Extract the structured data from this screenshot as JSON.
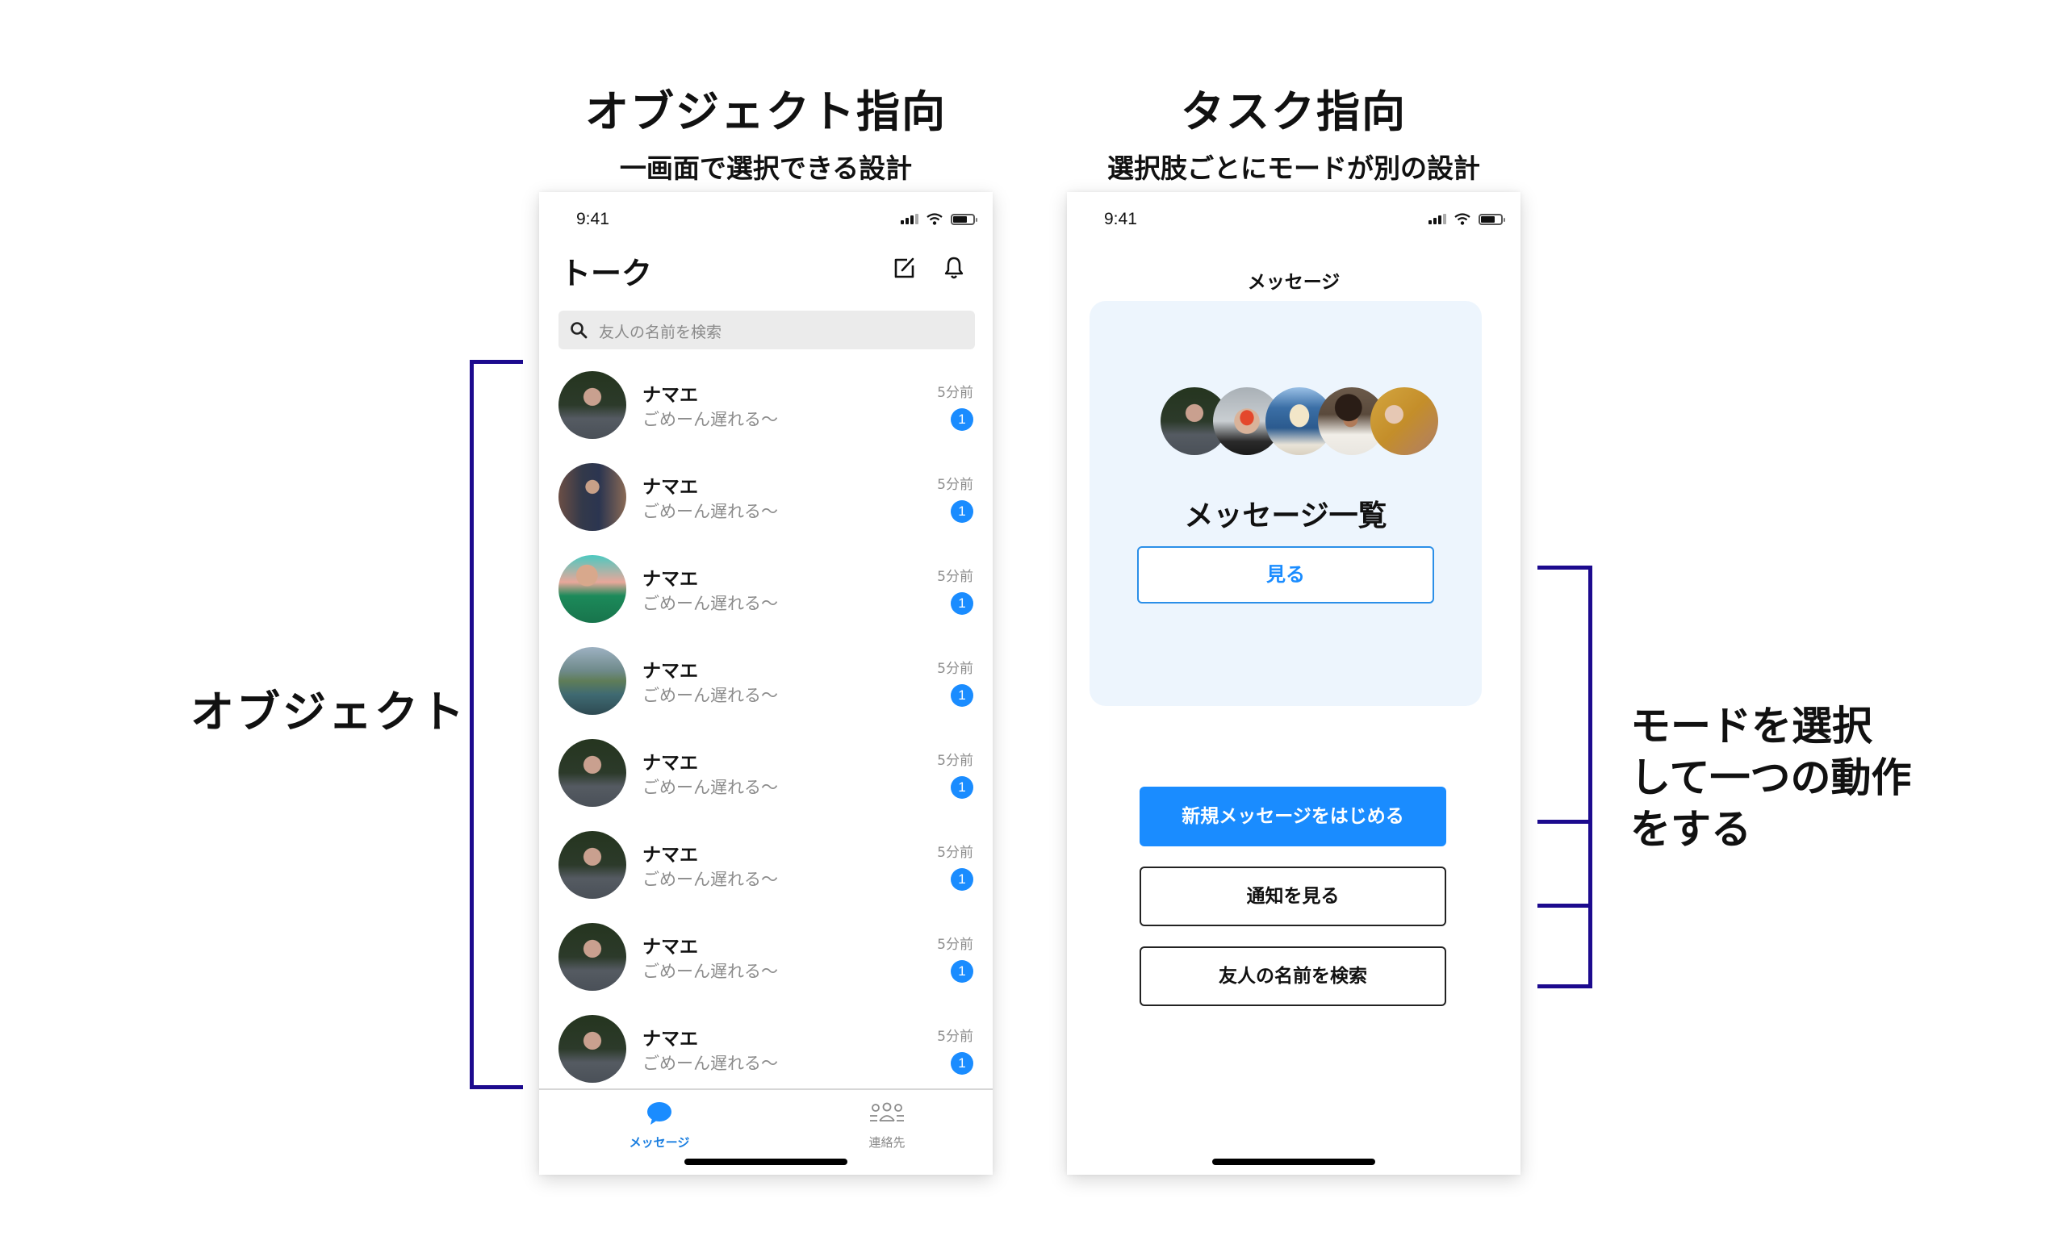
{
  "columns": {
    "left": {
      "title": "オブジェクト指向",
      "subtitle": "一画面で選択できる設計"
    },
    "right": {
      "title": "タスク指向",
      "subtitle": "選択肢ごとにモードが別の設計"
    }
  },
  "annotations": {
    "left_label": "オブジェクト",
    "right_label_lines": [
      "モードを選択",
      "して一つの動作",
      "をする"
    ],
    "bracket_color": "#1c0a8e"
  },
  "phone_left": {
    "status": {
      "time": "9:41"
    },
    "header": {
      "title": "トーク",
      "compose_icon": "compose-icon",
      "bell_icon": "bell-icon"
    },
    "search": {
      "placeholder": "友人の名前を検索",
      "icon": "search-icon"
    },
    "conversations": [
      {
        "name": "ナマエ",
        "message": "ごめーん遅れる〜",
        "time": "5分前",
        "unread": "1",
        "avatar": "woman-dark-hair"
      },
      {
        "name": "ナマエ",
        "message": "ごめーん遅れる〜",
        "time": "5分前",
        "unread": "1",
        "avatar": "man-in-vest"
      },
      {
        "name": "ナマエ",
        "message": "ごめーん遅れる〜",
        "time": "5分前",
        "unread": "1",
        "avatar": "man-green-shirt"
      },
      {
        "name": "ナマエ",
        "message": "ごめーん遅れる〜",
        "time": "5分前",
        "unread": "1",
        "avatar": "lake-landscape"
      },
      {
        "name": "ナマエ",
        "message": "ごめーん遅れる〜",
        "time": "5分前",
        "unread": "1",
        "avatar": "woman-dark-hair"
      },
      {
        "name": "ナマエ",
        "message": "ごめーん遅れる〜",
        "time": "5分前",
        "unread": "1",
        "avatar": "woman-dark-hair"
      },
      {
        "name": "ナマエ",
        "message": "ごめーん遅れる〜",
        "time": "5分前",
        "unread": "1",
        "avatar": "woman-dark-hair"
      },
      {
        "name": "ナマエ",
        "message": "ごめーん遅れる〜",
        "time": "5分前",
        "unread": "1",
        "avatar": "woman-dark-hair"
      }
    ],
    "tabbar": [
      {
        "label": "メッセージ",
        "icon": "chat-bubble-icon",
        "active": true
      },
      {
        "label": "連絡先",
        "icon": "people-icon",
        "active": false
      }
    ]
  },
  "phone_right": {
    "status": {
      "time": "9:41"
    },
    "header": {
      "title": "メッセージ"
    },
    "card": {
      "title": "メッセージ一覧",
      "button_label": "見る",
      "avatars": [
        "woman-dark-hair",
        "man-red-sunglasses",
        "woman-sun-hat",
        "woman-curly-hair",
        "woman-autumn"
      ]
    },
    "actions": [
      {
        "label": "新規メッセージをはじめる",
        "style": "primary"
      },
      {
        "label": "通知を見る",
        "style": "outline"
      },
      {
        "label": "友人の名前を検索",
        "style": "outline"
      }
    ]
  },
  "colors": {
    "accent": "#1a8cff",
    "card_bg": "#edf5fd",
    "search_bg": "#ebebeb",
    "muted_text": "#8c8c8c",
    "bracket": "#1c0a8e"
  }
}
